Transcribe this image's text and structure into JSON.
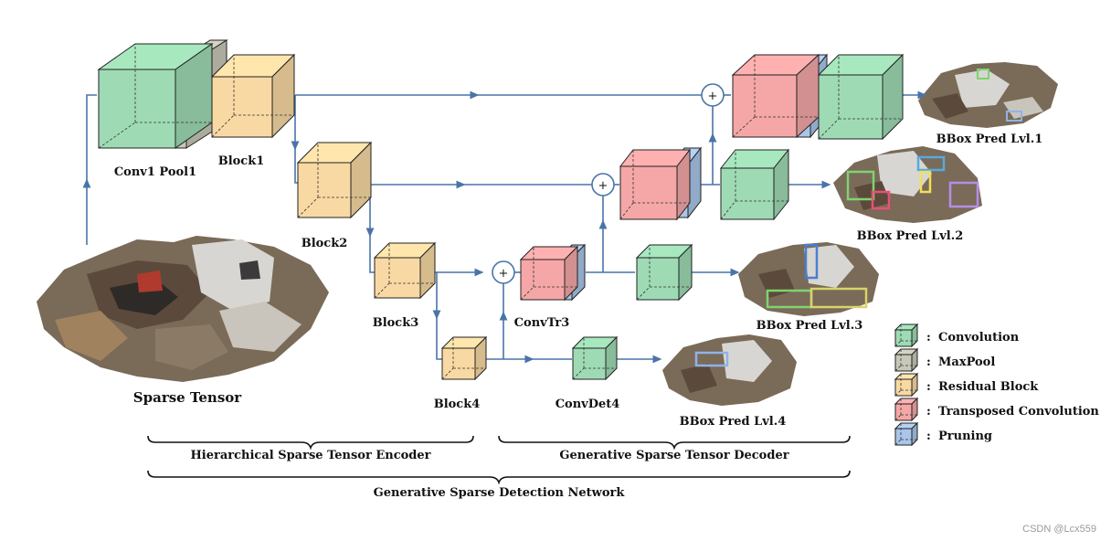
{
  "colors": {
    "convolution": "#9edbb4",
    "maxpool": "#c8c8b8",
    "residual_block": "#f9d9a3",
    "transposed_convolution": "#f5a7a7",
    "pruning": "#a9c6e8",
    "arrow": "#4a74a8"
  },
  "labels": {
    "sparse_tensor": "Sparse Tensor",
    "conv1_pool1": "Conv1 Pool1",
    "block1": "Block1",
    "block2": "Block2",
    "block3": "Block3",
    "block4": "Block4",
    "convtr3": "ConvTr3",
    "convdet4": "ConvDet4",
    "bbox_lvl1": "BBox Pred Lvl.1",
    "bbox_lvl2": "BBox Pred Lvl.2",
    "bbox_lvl3": "BBox Pred Lvl.3",
    "bbox_lvl4": "BBox Pred Lvl.4",
    "plus": "+"
  },
  "groups": {
    "encoder": "Hierarchical Sparse Tensor Encoder",
    "decoder": "Generative Sparse Tensor Decoder",
    "network": "Generative Sparse Detection Network"
  },
  "legend": [
    {
      "name": "Convolution",
      "color_key": "convolution"
    },
    {
      "name": "MaxPool",
      "color_key": "maxpool"
    },
    {
      "name": "Residual Block",
      "color_key": "residual_block"
    },
    {
      "name": "Transposed Convolution",
      "color_key": "transposed_convolution"
    },
    {
      "name": "Pruning",
      "color_key": "pruning"
    }
  ],
  "legend_prefix": ":",
  "watermark": "CSDN @Lcx559"
}
